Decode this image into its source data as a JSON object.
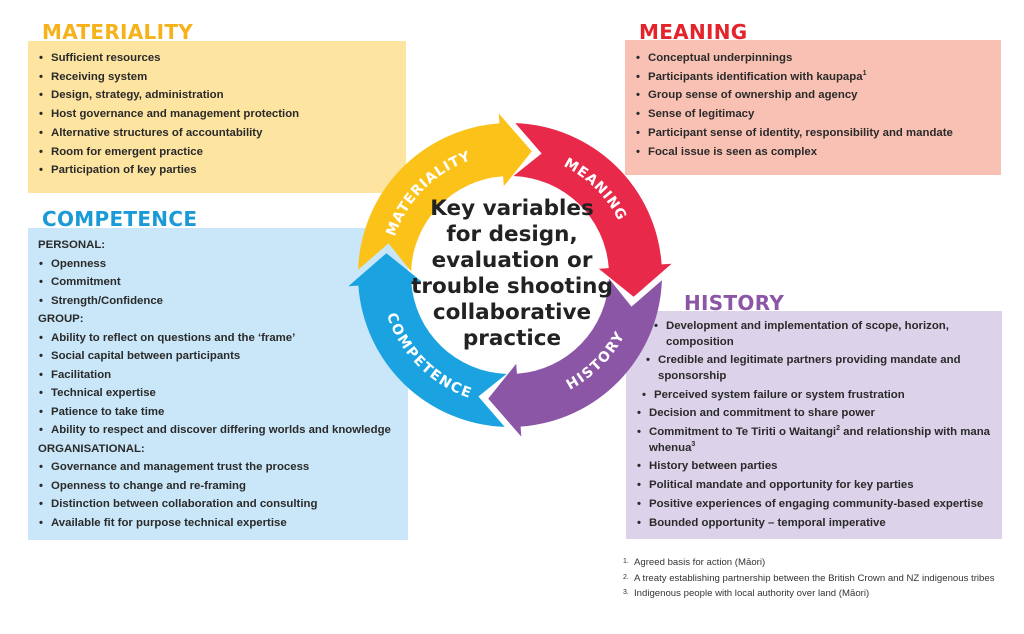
{
  "center_title": [
    "Key variables",
    "for design,",
    "evaluation or",
    "trouble shooting",
    "collaborative",
    "practice"
  ],
  "colors": {
    "materiality": "#fbc21a",
    "meaning": "#e8294a",
    "history": "#8b56a6",
    "competence": "#1aa3e0",
    "materiality_panel": "#fde4a0",
    "meaning_panel": "#f8c1b3",
    "history_panel": "#dcd2e9",
    "competence_panel": "#c9e7f8",
    "materiality_heading": "#f6b21b",
    "meaning_heading": "#e3242b",
    "history_heading": "#8b56a6",
    "competence_heading": "#1a9ad6"
  },
  "cycle_labels": {
    "materiality": "MATERIALITY",
    "meaning": "MEANING",
    "history": "HISTORY",
    "competence": "COMPETENCE"
  },
  "materiality": {
    "heading": "MATERIALITY",
    "items": [
      "Sufficient resources",
      "Receiving system",
      "Design, strategy, administration",
      "Host governance and management protection",
      "Alternative structures of accountability",
      "Room for emergent practice",
      "Participation of key parties"
    ]
  },
  "meaning": {
    "heading": "MEANING",
    "items": [
      "Conceptual underpinnings",
      "Participants identification with kaupapa",
      "Group sense of ownership and agency",
      "Sense of legitimacy",
      "Participant sense of identity, responsibility and mandate",
      "Focal issue is seen as complex"
    ],
    "sup_1": "1"
  },
  "competence": {
    "heading": "COMPETENCE",
    "personal_label": "PERSONAL:",
    "personal": [
      "Openness",
      "Commitment",
      "Strength/Confidence"
    ],
    "group_label": "GROUP:",
    "group": [
      "Ability to reflect on questions and the ‘frame’",
      "Social capital between participants",
      "Facilitation",
      "Technical expertise",
      "Patience to take time",
      "Ability to respect and discover differing worlds and knowledge"
    ],
    "organisational_label": "ORGANISATIONAL:",
    "organisational": [
      "Governance and management trust the process",
      "Openness to change and re-framing",
      "Distinction between collaboration and consulting",
      "Available fit for purpose technical expertise"
    ]
  },
  "history": {
    "heading": "HISTORY",
    "items": [
      "Development and implementation of scope, horizon, composition",
      "Credible and legitimate partners providing mandate and sponsorship",
      "Perceived system failure or system frustration",
      "Decision and commitment to share power",
      "Commitment to Te Tiriti o Waitangi",
      "History between parties",
      "Political mandate and opportunity for key parties",
      "Positive experiences of engaging community-based expertise",
      "Bounded opportunity – temporal imperative"
    ],
    "treaty_suffix": " and relationship with mana whenua",
    "sup_2": "2",
    "sup_3": "3"
  },
  "footnotes": [
    {
      "num": "1.",
      "text": "Agreed basis for action (Māori)"
    },
    {
      "num": "2.",
      "text": "A treaty establishing partnership between the British Crown and NZ indigenous tribes"
    },
    {
      "num": "3.",
      "text": "Indigenous people with local authority over land (Māori)"
    }
  ]
}
